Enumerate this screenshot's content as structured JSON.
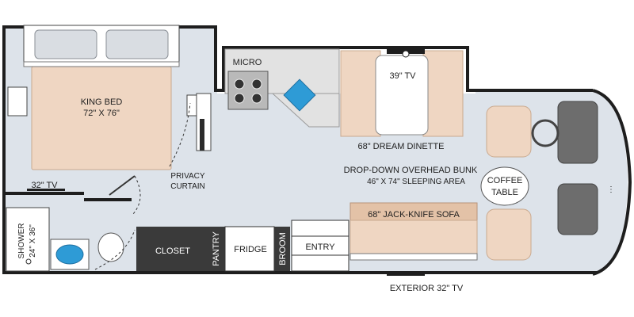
{
  "labels": {
    "king_bed_title": "KING BED",
    "king_bed_size": "72\" X 76\"",
    "micro": "MICRO",
    "tv_39": "39\" TV",
    "dream_dinette": "68\" DREAM DINETTE",
    "bunk_title": "DROP-DOWN OVERHEAD BUNK",
    "bunk_size": "46\" X 74\" SLEEPING AREA",
    "coffee_table_1": "COFFEE",
    "coffee_table_2": "TABLE",
    "privacy_1": "PRIVACY",
    "privacy_2": "CURTAIN",
    "tv_32": "32\" TV",
    "shower_1": "SHOWER",
    "shower_2": "24\" X 36\"",
    "closet": "CLOSET",
    "pantry": "PANTRY",
    "fridge": "FRIDGE",
    "broom": "BROOM",
    "entry": "ENTRY",
    "sofa": "68\" JACK-KNIFE SOFA",
    "exterior_tv": "EXTERIOR 32\" TV"
  },
  "colors": {
    "wall": "#1e1e1e",
    "floor": "#dde3ea",
    "bed": "#efd6c2",
    "sink": "#2e9bd6",
    "closet": "#3a3a3a"
  }
}
